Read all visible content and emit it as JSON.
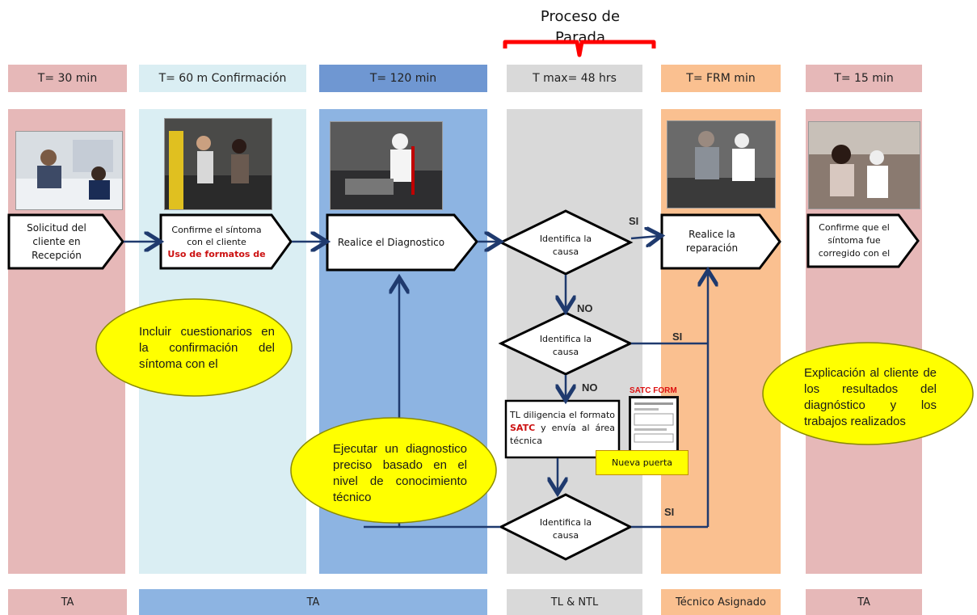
{
  "top_title": "Proceso de\nParada",
  "headers": [
    "T= 30 min",
    "T= 60 m Confirmación",
    "T= 120 min",
    "T max= 48 hrs",
    "T= FRM min",
    "T= 15 min"
  ],
  "footers": [
    "TA",
    "TA",
    "TL & NTL",
    "Técnico Asignado",
    "TA"
  ],
  "steps": {
    "s1": "Solicitud del cliente en Recepción",
    "s2_line1": "Confirme el síntoma con el cliente",
    "s2_line2": "Uso de formatos de",
    "s3": "Realice el Diagnostico",
    "s5": "Realice la reparación",
    "s6": "Confirme que el síntoma fue corregido con el"
  },
  "decisions": [
    "Identifica la causa",
    "Identifica la causa",
    "Identifica la causa"
  ],
  "labels": {
    "si": "SI",
    "no": "NO",
    "satc_form": "SATC FORM",
    "nueva_puerta": "Nueva puerta"
  },
  "tl_box": {
    "pre": "TL diligencia el formato",
    "satc": "SATC",
    "post": "y envía al área técnica"
  },
  "notes": {
    "n1": "Incluir cuestionarios en la confirmación del síntoma con el",
    "n2": "Ejecutar un diagnostico preciso basado en el nivel de conocimiento técnico",
    "n3": "Explicación al cliente de los resultados del diagnóstico y los trabajos realizados"
  },
  "colors": {
    "col1": "#e6b8b8",
    "col2": "#daeef3",
    "col3": "#8db4e2",
    "col4": "#d9d9d9",
    "col5": "#fac090",
    "col6": "#e6b8b8",
    "hdr3": "#6f97d2",
    "arrow": "#1f3a6e",
    "note_fill": "#ffff00",
    "brace": "#ff0000"
  }
}
